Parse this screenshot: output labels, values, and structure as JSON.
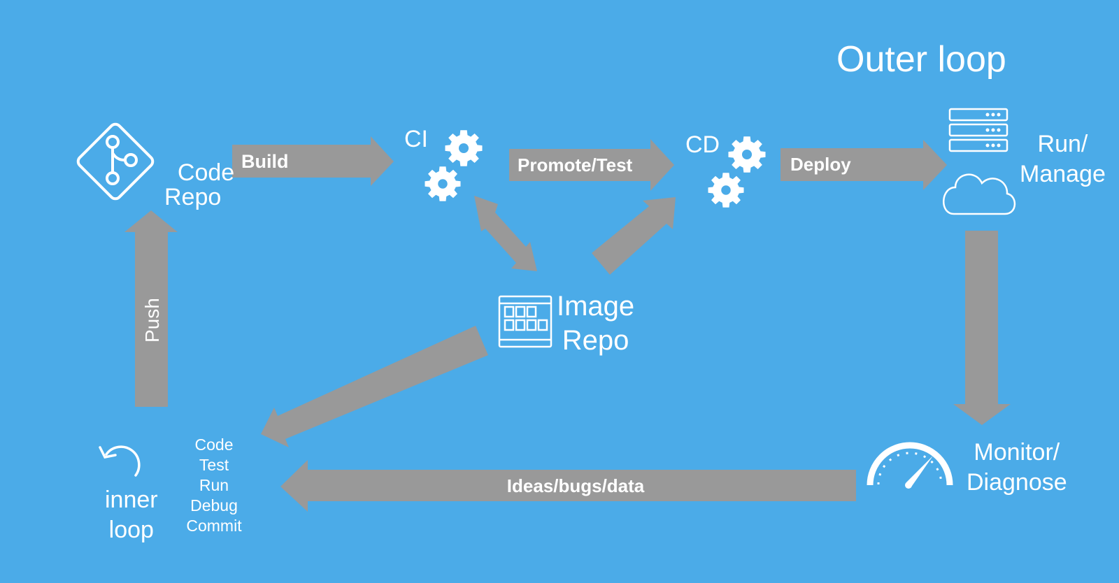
{
  "title": "Outer loop",
  "nodes": {
    "code_repo": "Code\nRepo",
    "ci": "CI",
    "cd": "CD",
    "run_manage": "Run/\nManage",
    "image_repo": "Image\nRepo",
    "monitor": "Monitor/\nDiagnose",
    "inner_loop": "inner\nloop",
    "inner_steps": [
      "Code",
      "Test",
      "Run",
      "Debug",
      "Commit"
    ]
  },
  "arrows": {
    "build": "Build",
    "promote": "Promote/Test",
    "deploy": "Deploy",
    "ideas": "Ideas/bugs/data",
    "push": "Push"
  },
  "colors": {
    "background": "#4BABE8",
    "arrow": "#999999",
    "foreground": "#FFFFFF"
  },
  "icons": [
    "git-repo-icon",
    "gear-icon",
    "server-rack-icon",
    "cloud-icon",
    "container-registry-icon",
    "speedometer-icon",
    "undo-icon"
  ]
}
